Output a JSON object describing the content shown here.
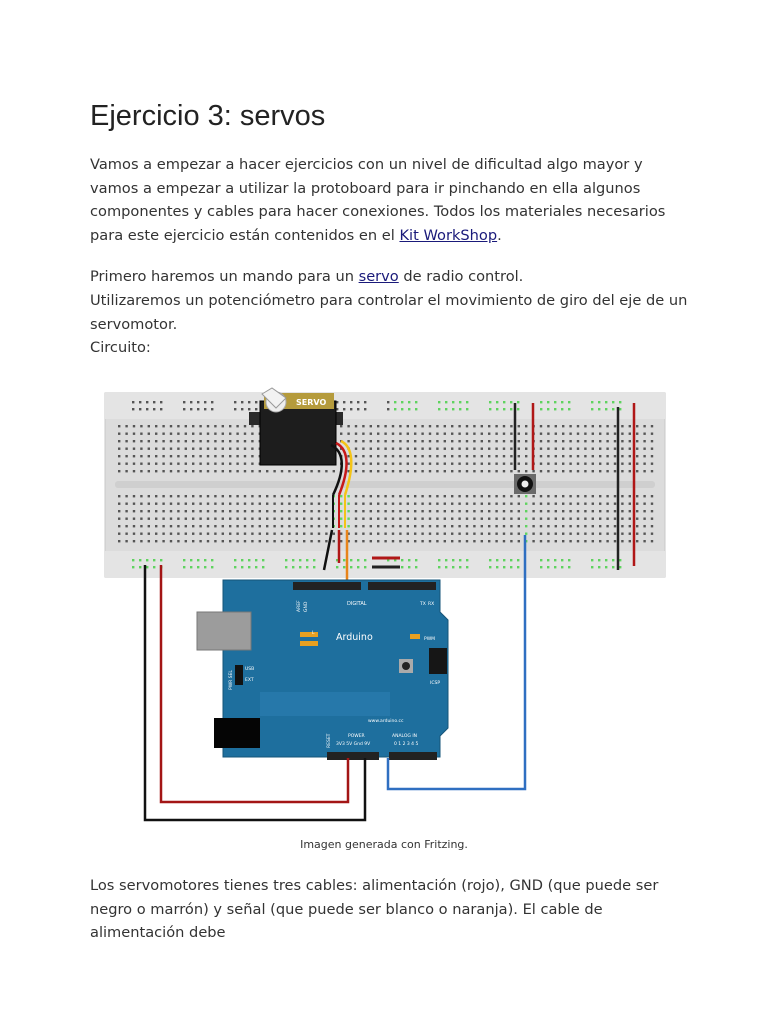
{
  "article": {
    "title": "Ejercicio 3: servos",
    "intro": {
      "text1": "Vamos a empezar a hacer ejercicios con un nivel de dificultad algo mayor y vamos a empezar a utilizar la protoboard para ir pinchando en ella algunos componentes y cables para hacer conexiones. Todos los materiales necesarios para este ejercicio están contenidos en el ",
      "link": "Kit WorkShop",
      "text2": "."
    },
    "p2": {
      "text1": "Primero haremos un mando para un ",
      "link": "servo",
      "text2": " de radio control."
    },
    "p3": "Utilizaremos un potenciómetro para controlar el movimiento de giro del eje de un servomotor.",
    "p4": "Circuito:",
    "figure": {
      "servo_label": "SERVO",
      "arduino_label": "Arduino",
      "digital_label": "DIGITAL",
      "pwm_label": "PWM",
      "icsp_label": "ICSP",
      "usb_label": "USB",
      "ext_label": "EXT",
      "power_label": "POWER",
      "analog_label": "ANALOG IN",
      "url_label": "www.arduino.cc",
      "reset_label": "RESET",
      "power_pins": "3V3 5V Gnd 9V",
      "analog_pins": "0 1 2 3 4 5",
      "aref_label": "AREF",
      "gnd_label": "GND",
      "tx_label": "TX",
      "rx_label": "RX",
      "l_label": "L",
      "pwr_sel_label": "PWR SEL",
      "colors": {
        "board": "#1e6f9e",
        "breadboard": "#dcdcdc",
        "red_wire": "#b01717",
        "black_wire": "#222222",
        "blue_wire": "#2f6fc1",
        "orange_wire": "#e8841a",
        "hole_green": "#5fd35f"
      }
    },
    "caption": "Imagen generada con Fritzing.",
    "p5": "Los servomotores tienes tres cables: alimentación (rojo), GND (que puede ser negro o marrón) y señal (que puede ser blanco o naranja). El cable de alimentación debe"
  }
}
